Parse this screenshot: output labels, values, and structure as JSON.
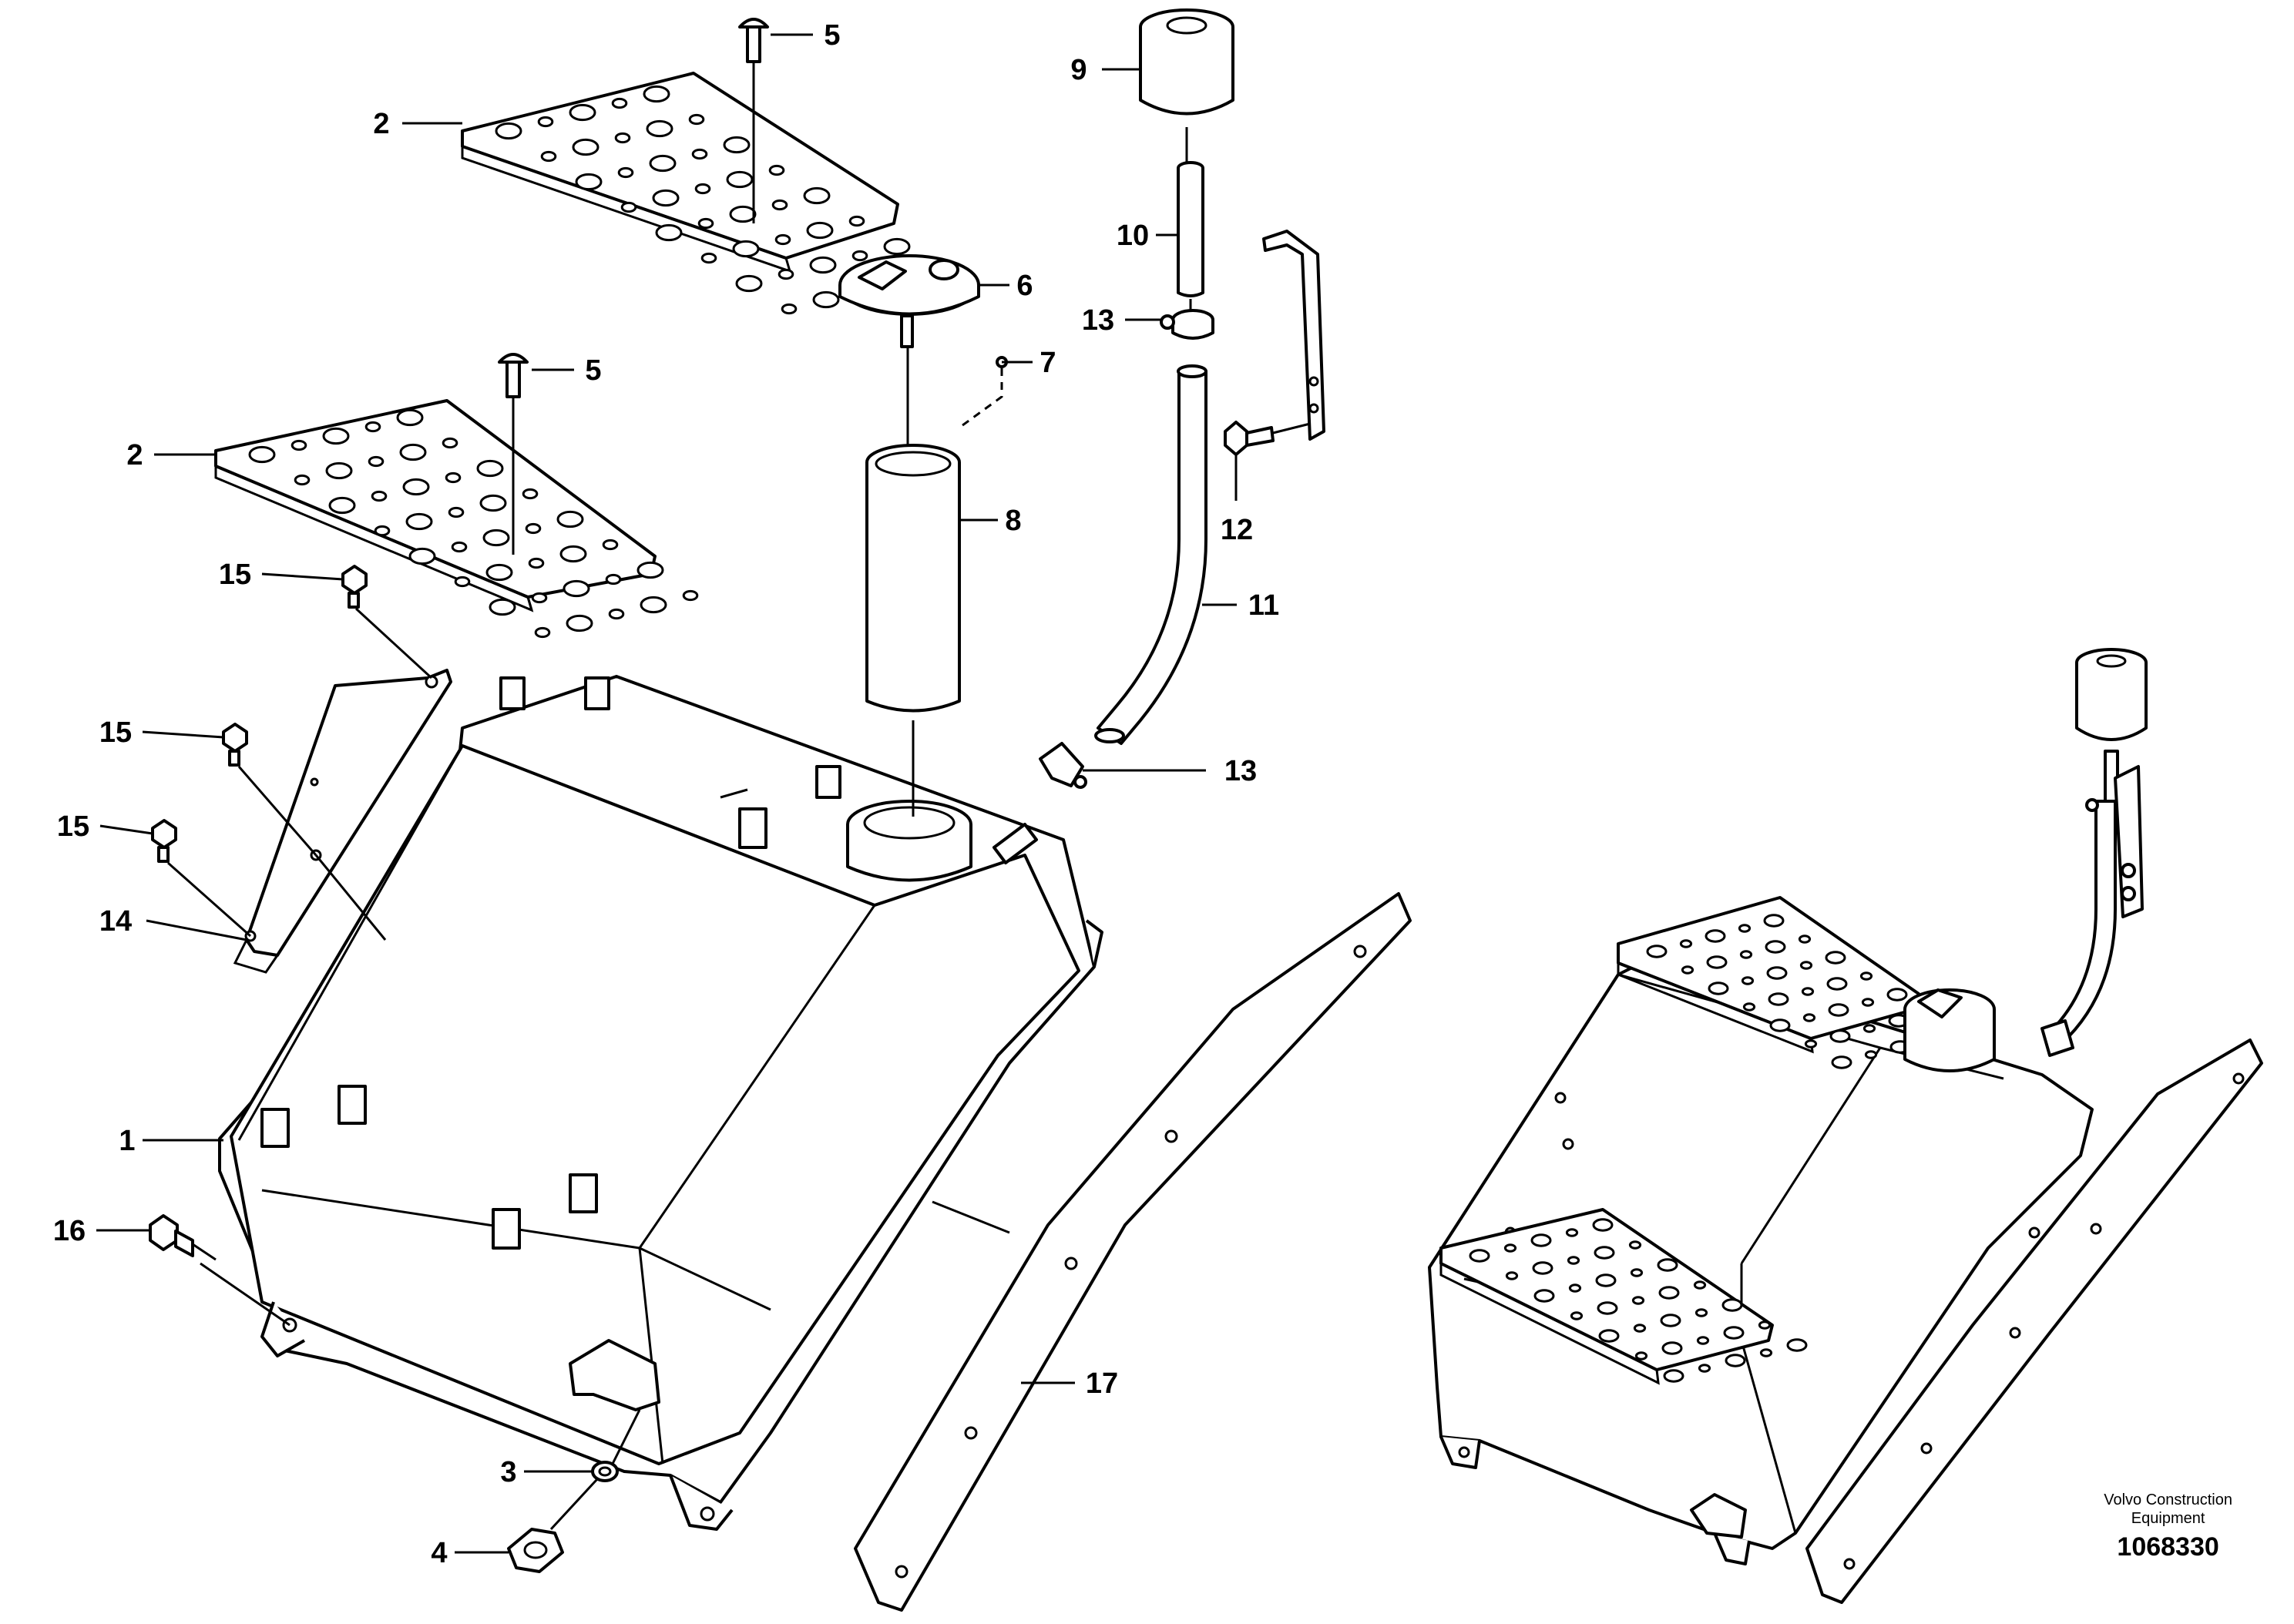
{
  "credit": {
    "maker_line1": "Volvo Construction",
    "maker_line2": "Equipment",
    "figure_code": "1068330"
  },
  "callouts": [
    {
      "id": "1",
      "text": "1"
    },
    {
      "id": "2a",
      "text": "2"
    },
    {
      "id": "2b",
      "text": "2"
    },
    {
      "id": "3",
      "text": "3"
    },
    {
      "id": "4",
      "text": "4"
    },
    {
      "id": "5a",
      "text": "5"
    },
    {
      "id": "5b",
      "text": "5"
    },
    {
      "id": "6",
      "text": "6"
    },
    {
      "id": "7",
      "text": "7"
    },
    {
      "id": "8",
      "text": "8"
    },
    {
      "id": "9",
      "text": "9"
    },
    {
      "id": "10",
      "text": "10"
    },
    {
      "id": "11",
      "text": "11"
    },
    {
      "id": "12",
      "text": "12"
    },
    {
      "id": "13a",
      "text": "13"
    },
    {
      "id": "13b",
      "text": "13"
    },
    {
      "id": "14",
      "text": "14"
    },
    {
      "id": "15a",
      "text": "15"
    },
    {
      "id": "15b",
      "text": "15"
    },
    {
      "id": "15c",
      "text": "15"
    },
    {
      "id": "16",
      "text": "16"
    },
    {
      "id": "17",
      "text": "17"
    }
  ]
}
